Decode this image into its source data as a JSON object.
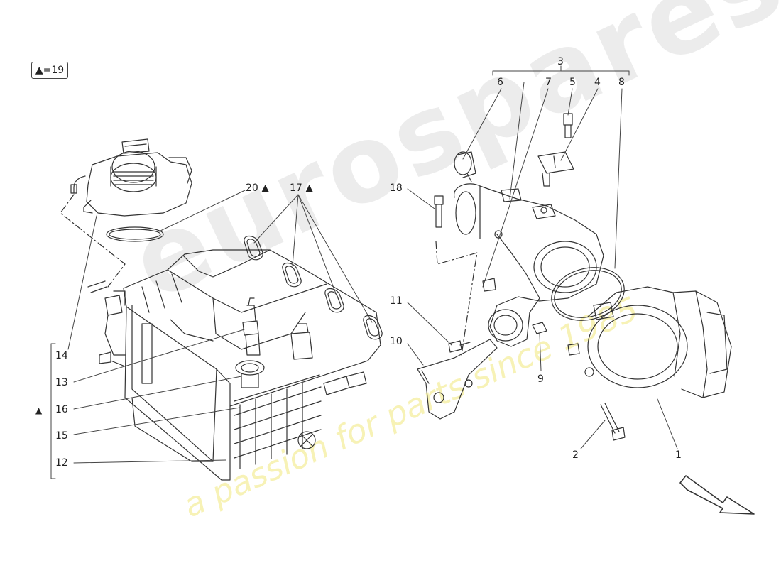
{
  "watermark": {
    "brand": "eurospares",
    "tagline": "a passion for parts since 1985"
  },
  "legend": {
    "symbol": "▲",
    "text": "▲=19"
  },
  "callouts": {
    "c1": "1",
    "c2": "2",
    "c3": "3",
    "c4": "4",
    "c5": "5",
    "c6": "6",
    "c7": "7",
    "c8": "8",
    "c9": "9",
    "c10": "10",
    "c11": "11",
    "c12": "12",
    "c13": "13",
    "c14": "14",
    "c15": "15",
    "c16": "16",
    "c17": "17 ▲",
    "c18": "18",
    "c20": "20 ▲",
    "group_triangle": "▲"
  },
  "colors": {
    "line": "#333333",
    "watermark_grey": "#c8c8c8",
    "watermark_yellow": "#ebe150"
  }
}
